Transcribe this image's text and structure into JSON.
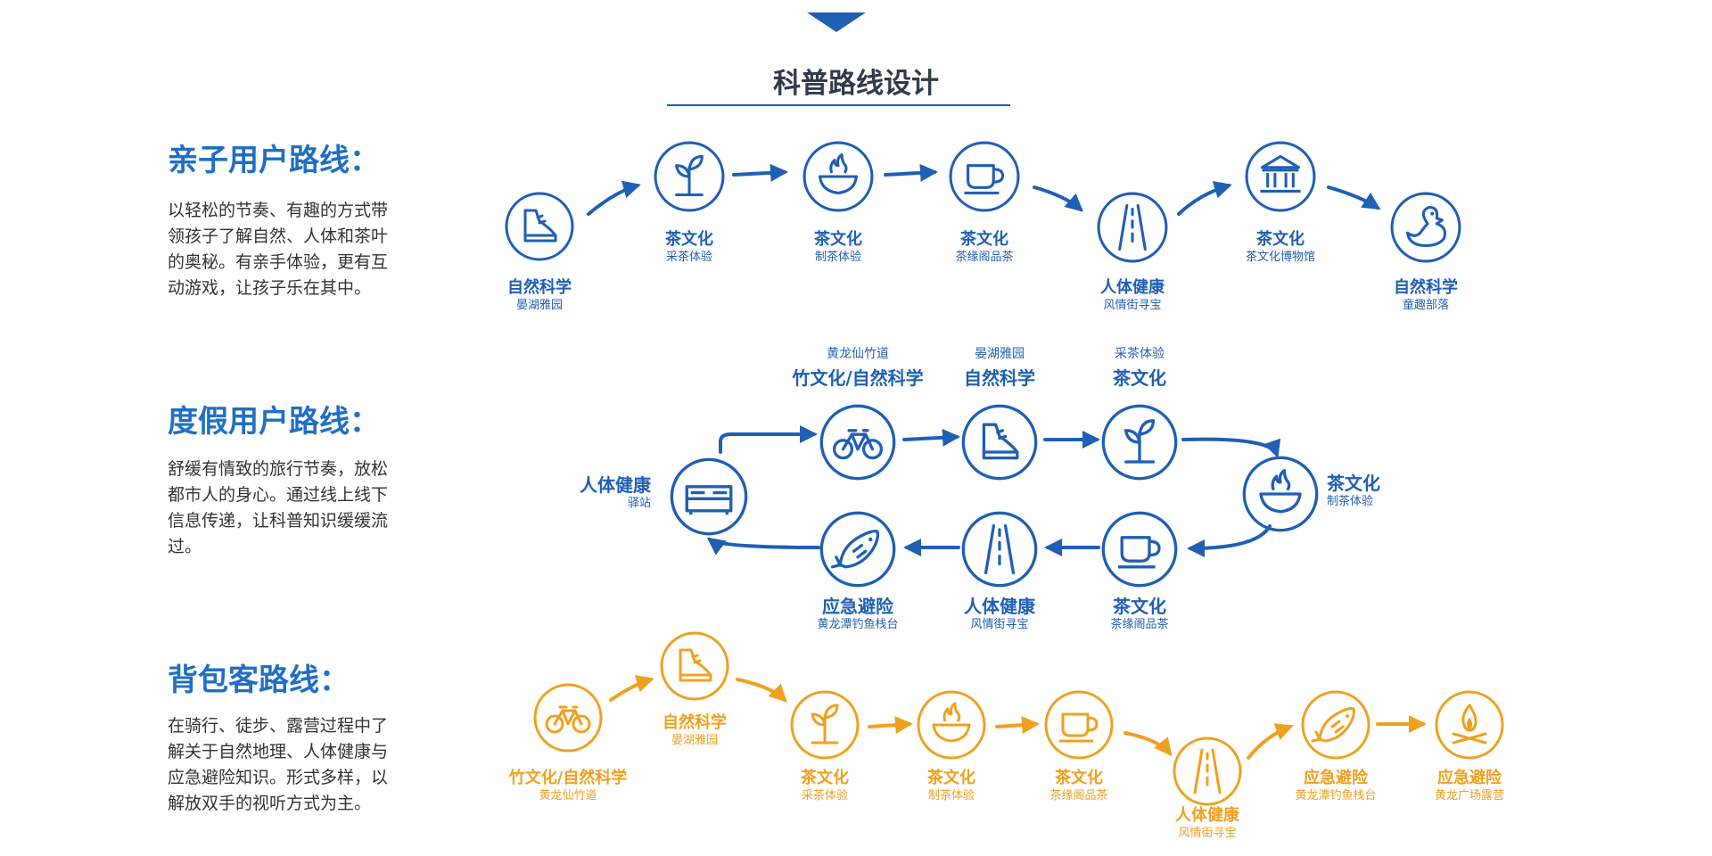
{
  "header": {
    "title": "科普路线设计"
  },
  "colors": {
    "blue": "#1f5fb4",
    "orange": "#f0a020",
    "heading": "#2f3b4d",
    "section_title": "#1f6fc4"
  },
  "routes": [
    {
      "title": "亲子用户路线：",
      "desc_lines": [
        "以轻松的节奏、有趣的方式带",
        "领孩子了解自然、人体和茶叶",
        "的奥秘。有亲手体验，更有互",
        "动游戏，让孩子乐在其中。"
      ],
      "stops": [
        {
          "icon": "shoe-icon",
          "main": "自然科学",
          "sub": "晏湖雅园"
        },
        {
          "icon": "sprout-icon",
          "main": "茶文化",
          "sub": "采茶体验"
        },
        {
          "icon": "fire-bowl-icon",
          "main": "茶文化",
          "sub": "制茶体验"
        },
        {
          "icon": "teacup-icon",
          "main": "茶文化",
          "sub": "茶缘阁品茶"
        },
        {
          "icon": "road-icon",
          "main": "人体健康",
          "sub": "风情街寻宝"
        },
        {
          "icon": "museum-icon",
          "main": "茶文化",
          "sub": "茶文化博物馆"
        },
        {
          "icon": "duck-icon",
          "main": "自然科学",
          "sub": "童趣部落"
        }
      ]
    },
    {
      "title": "度假用户路线：",
      "desc_lines": [
        "舒缓有情致的旅行节奏，放松",
        "都市人的身心。通过线上线下",
        "信息传递，让科普知识缓缓流",
        "过。"
      ],
      "stops": [
        {
          "icon": "bed-icon",
          "main": "人体健康",
          "sub": "驿站"
        },
        {
          "icon": "bicycle-icon",
          "main": "竹文化/自然科学",
          "sub": "黄龙仙竹道"
        },
        {
          "icon": "shoe-icon",
          "main": "自然科学",
          "sub": "晏湖雅园"
        },
        {
          "icon": "sprout-icon",
          "main": "茶文化",
          "sub": "采茶体验"
        },
        {
          "icon": "fire-bowl-icon",
          "main": "茶文化",
          "sub": "制茶体验"
        },
        {
          "icon": "teacup-icon",
          "main": "茶文化",
          "sub": "茶缘阁品茶"
        },
        {
          "icon": "road-icon",
          "main": "人体健康",
          "sub": "风情街寻宝"
        },
        {
          "icon": "fish-icon",
          "main": "应急避险",
          "sub": "黄龙潭钓鱼栈台"
        }
      ]
    },
    {
      "title": "背包客路线：",
      "desc_lines": [
        "在骑行、徒步、露营过程中了",
        "解关于自然地理、人体健康与",
        "应急避险知识。形式多样，以",
        "解放双手的视听方式为主。"
      ],
      "stops": [
        {
          "icon": "bicycle-icon",
          "main": "竹文化/自然科学",
          "sub": "黄龙仙竹道"
        },
        {
          "icon": "shoe-icon",
          "main": "自然科学",
          "sub": "晏湖雅园"
        },
        {
          "icon": "sprout-icon",
          "main": "茶文化",
          "sub": "采茶体验"
        },
        {
          "icon": "fire-bowl-icon",
          "main": "茶文化",
          "sub": "制茶体验"
        },
        {
          "icon": "teacup-icon",
          "main": "茶文化",
          "sub": "茶缘阁品茶"
        },
        {
          "icon": "road-icon",
          "main": "人体健康",
          "sub": "风情街寻宝"
        },
        {
          "icon": "fish-icon",
          "main": "应急避险",
          "sub": "黄龙潭钓鱼栈台"
        },
        {
          "icon": "campfire-icon",
          "main": "应急避险",
          "sub": "黄龙广场露营"
        }
      ]
    }
  ]
}
